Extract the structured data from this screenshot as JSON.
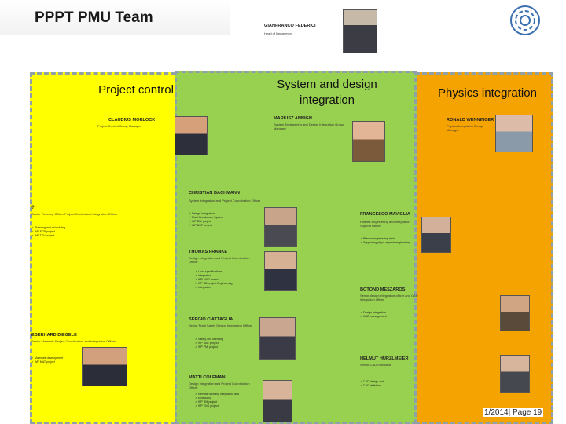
{
  "header": {
    "title": "PPPT PMU Team",
    "page_number": "1/2014| Page 19"
  },
  "leader": {
    "name": "GIANFRANCO FEDERICI",
    "role": "Head of Department"
  },
  "panels": {
    "project_control": "Project control",
    "system_design": "System and design integration",
    "physics": "Physics integration"
  },
  "people": {
    "claudius": {
      "name": "CLAUDIUS MORLOCK",
      "role": "Project Control Group Manager"
    },
    "mariusz": {
      "name": "MARIUSZ ANNIGN",
      "role": "System Engineering and Design Integration Group Manager"
    },
    "ronald": {
      "name": "RONALD WENNINGER",
      "role": "Physics Integration Group Manager"
    },
    "christian": {
      "name": "CHRISTIAN BACHMANN",
      "role": "System Integration and Project Coordination Officer",
      "bullets": [
        "Design Integration",
        "Plant Breakdown System",
        "WP DIV project",
        "WP BOP project"
      ]
    },
    "unknown": {
      "name": "?",
      "role": "Senior Planning Officer Project Control and Integration Officer",
      "bullets": [
        "Planning and scheduling",
        "WP FCR project",
        "WP TFV project"
      ]
    },
    "francesco": {
      "name": "FRANCESCO MAVIGLIA",
      "role": "Plasma Engineering and Integration Support Officer",
      "bullets": [
        "Plasma engineering tasks",
        "Supporting phys. aspects engineering"
      ]
    },
    "thomas": {
      "name": "THOMAS FRANKE",
      "role": "Design Integration and Project Coordination Officer",
      "bullets": [
        "Load specifications",
        "integration",
        "WP MAG project",
        "WP BB project Engineering",
        "integration"
      ]
    },
    "botond": {
      "name": "BOTOND MESZAROS",
      "role": "Senior design integration officer and CAD integration officer",
      "bullets": [
        "Design integration",
        "CAD management"
      ]
    },
    "sergio": {
      "name": "SERGIO CIATTAGLIA",
      "role": "Senior Plant Safety Design Integration Officer",
      "bullets": [
        "Safety and licensing",
        "WP SAE project",
        "WP PMI project"
      ]
    },
    "eberhard": {
      "name": "EBERHARD DIEGELE",
      "role": "Senior Materials Project Coordination and Integration Officer",
      "bullets": [
        "Materials development",
        "WP MAT project"
      ]
    },
    "helmut": {
      "name": "HELMUT HURZLMEIER",
      "role": "Senior CAD Specialist",
      "bullets": [
        "CAD design and",
        "CAD definition"
      ]
    },
    "matti": {
      "name": "MATTI COLEMAN",
      "role": "Design Integration and Project Coordination Officer",
      "bullets": [
        "Remote handling integration and",
        "scheduling",
        "WP RM project",
        "WP ENS project"
      ]
    }
  }
}
